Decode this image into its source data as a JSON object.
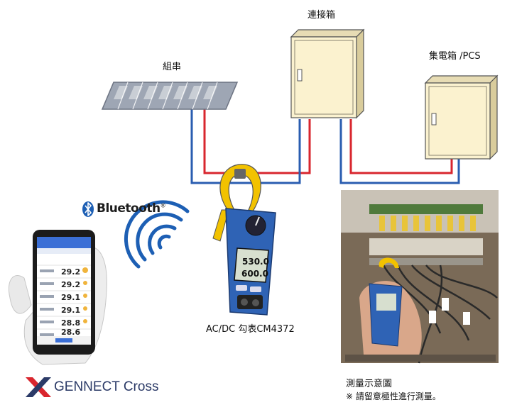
{
  "labels": {
    "panel_string": "組串",
    "junction_box": "連接箱",
    "combiner_pcs": "集電箱 /PCS",
    "bluetooth": "Bluetooth",
    "bluetooth_mark": "®",
    "meter_name": "AC/DC 勾表CM4372",
    "photo_caption": "測量示意圖",
    "photo_note": "※ 請留意極性進行測量。",
    "brand": "GENNECT Cross"
  },
  "meter_display": {
    "line1": "530.0",
    "line2": "600.0"
  },
  "phone_readings": [
    "29.2",
    "29.2",
    "29.1",
    "29.1",
    "28.8",
    "28.6"
  ],
  "colors": {
    "positive_wire": "#d8262e",
    "negative_wire": "#2a5db0",
    "cabinet_fill": "#fbf2cf",
    "meter_yellow": "#f2c200",
    "meter_blue": "#2f63b5",
    "bluetooth_blue": "#1d5fb4"
  }
}
